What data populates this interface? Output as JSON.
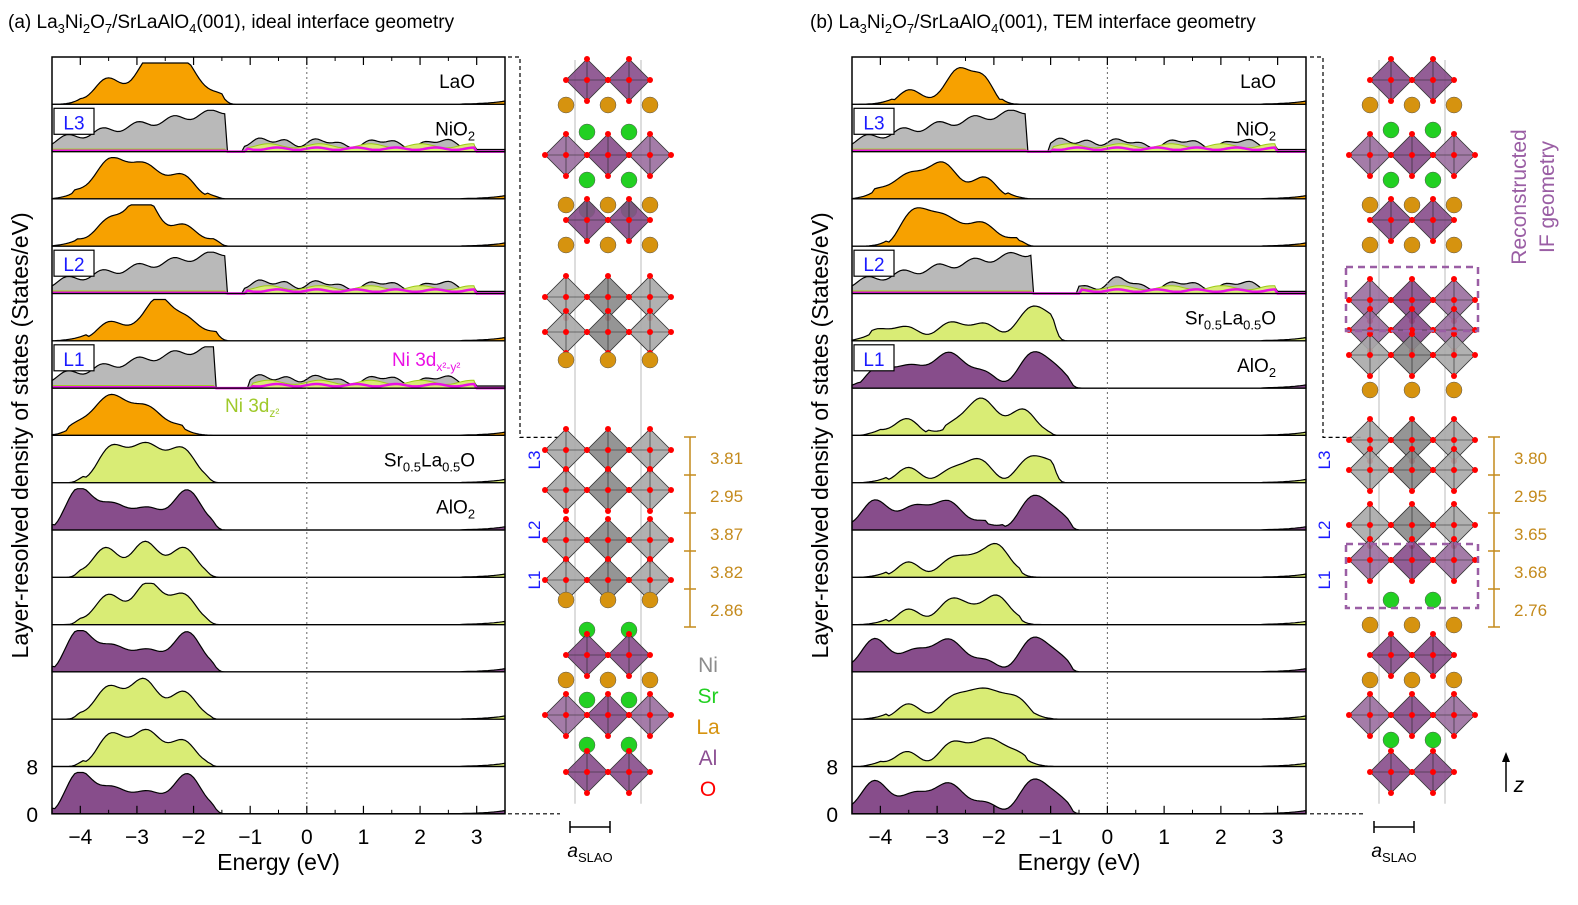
{
  "colors": {
    "orange": "#f7a100",
    "gray": "#b9b9b9",
    "lime": "#d9ec75",
    "purple": "#874d8b",
    "magenta": "#ea10e4",
    "green_line": "#9ccb14",
    "blue": "#1a1aff",
    "bracket": "#c48a1c",
    "ni": "#8c8c8c",
    "sr": "#22d022",
    "la": "#d6930f",
    "al": "#8c4f93",
    "o": "#ff0000",
    "box": "#9a5ea4"
  },
  "chart_data": [
    {
      "type": "area",
      "panel": "a",
      "title": "(a) La₃Ni₂O₇/SrLaAlO₄(001), ideal interface geometry",
      "title_parts": [
        "(a) La",
        "3",
        "Ni",
        "2",
        "O",
        "7",
        "/SrLaAlO",
        "4",
        "(001), ideal interface geometry"
      ],
      "xlabel": "Energy (eV)",
      "ylabel": "Layer-resolved density of states (States/eV)",
      "xlim": [
        -4.5,
        3.5
      ],
      "xticks": [
        -4,
        -3,
        -2,
        -1,
        0,
        1,
        2,
        3
      ],
      "xtick_labels": [
        "−4",
        "−3",
        "−2",
        "−1",
        "0",
        "1",
        "2",
        "3"
      ],
      "y_scale_labels": [
        "8",
        "0"
      ],
      "grid": false,
      "fermi_line": 0,
      "layers": [
        {
          "kind": "LaO",
          "label": "LaO",
          "peaks": [
            [
              -3.6,
              0.25,
              0.45
            ],
            [
              -2.7,
              0.45,
              0.75
            ],
            [
              -2.5,
              0.3,
              0.6
            ],
            [
              -2.0,
              0.35,
              0.45
            ]
          ],
          "lo": -4.5,
          "hi": -1.5
        },
        {
          "kind": "NiO2",
          "label": "NiO2",
          "tag": "L3",
          "vbm": -1.4,
          "cbm": -1.1,
          "cond_end": 3.0
        },
        {
          "kind": "LaO",
          "peaks": [
            [
              -3.5,
              0.35,
              0.7
            ],
            [
              -2.9,
              0.4,
              0.65
            ],
            [
              -2.2,
              0.3,
              0.4
            ]
          ],
          "lo": -4.4,
          "hi": -1.6
        },
        {
          "kind": "LaO",
          "peaks": [
            [
              -3.4,
              0.4,
              0.6
            ],
            [
              -2.9,
              0.25,
              0.85
            ],
            [
              -2.2,
              0.4,
              0.45
            ]
          ],
          "lo": -4.4,
          "hi": -1.6
        },
        {
          "kind": "NiO2",
          "tag": "L2",
          "vbm": -1.4,
          "cbm": -1.1,
          "cond_end": 3.0
        },
        {
          "kind": "LaO",
          "peaks": [
            [
              -3.3,
              0.4,
              0.45
            ],
            [
              -2.6,
              0.2,
              0.85
            ],
            [
              -2.1,
              0.35,
              0.5
            ]
          ],
          "lo": -4.3,
          "hi": -1.6
        },
        {
          "kind": "NiO2",
          "tag": "L1",
          "vbm": -1.6,
          "cbm": -1.0,
          "cond_end": 3.0
        },
        {
          "kind": "LaO",
          "peaks": [
            [
              -3.7,
              0.3,
              0.6
            ],
            [
              -3.2,
              0.3,
              0.7
            ],
            [
              -2.6,
              0.3,
              0.45
            ]
          ],
          "lo": -4.5,
          "hi": -1.6
        },
        {
          "kind": "SrLaO",
          "label": "Sr0.5La0.5O",
          "peaks": [
            [
              -3.4,
              0.3,
              0.8
            ],
            [
              -2.8,
              0.3,
              0.7
            ],
            [
              -2.2,
              0.3,
              0.7
            ]
          ],
          "lo": -4.0,
          "hi": -1.8
        },
        {
          "kind": "AlO2",
          "label": "AlO2",
          "peaks": [
            [
              -4.0,
              0.25,
              0.85
            ],
            [
              -3.2,
              0.5,
              0.6
            ],
            [
              -2.1,
              0.3,
              0.85
            ]
          ],
          "lo": -4.5,
          "hi": -1.7
        },
        {
          "kind": "SrLaO",
          "peaks": [
            [
              -3.6,
              0.25,
              0.65
            ],
            [
              -2.9,
              0.25,
              0.75
            ],
            [
              -2.2,
              0.3,
              0.65
            ]
          ],
          "lo": -4.0,
          "hi": -1.8
        },
        {
          "kind": "SrLaO",
          "peaks": [
            [
              -3.5,
              0.3,
              0.65
            ],
            [
              -2.8,
              0.25,
              0.85
            ],
            [
              -2.2,
              0.3,
              0.65
            ]
          ],
          "lo": -4.0,
          "hi": -1.8
        },
        {
          "kind": "AlO2",
          "peaks": [
            [
              -4.0,
              0.25,
              0.85
            ],
            [
              -3.2,
              0.5,
              0.6
            ],
            [
              -2.1,
              0.3,
              0.85
            ]
          ],
          "lo": -4.5,
          "hi": -1.7
        },
        {
          "kind": "SrLaO",
          "peaks": [
            [
              -3.5,
              0.3,
              0.7
            ],
            [
              -2.9,
              0.25,
              0.8
            ],
            [
              -2.2,
              0.3,
              0.6
            ]
          ],
          "lo": -4.0,
          "hi": -1.8
        },
        {
          "kind": "SrLaO",
          "peaks": [
            [
              -3.4,
              0.3,
              0.75
            ],
            [
              -2.8,
              0.25,
              0.65
            ],
            [
              -2.2,
              0.3,
              0.55
            ]
          ],
          "lo": -4.0,
          "hi": -1.8
        },
        {
          "kind": "AlO2",
          "peaks": [
            [
              -4.0,
              0.25,
              0.85
            ],
            [
              -3.2,
              0.5,
              0.6
            ],
            [
              -2.1,
              0.3,
              0.85
            ]
          ],
          "lo": -4.5,
          "hi": -1.7
        }
      ],
      "orbital_labels": [
        "Ni 3d",
        "x²-y²",
        "Ni 3d",
        "z²"
      ],
      "distances": [
        "3.81",
        "2.95",
        "3.87",
        "3.82",
        "2.86"
      ],
      "side_tags": [
        "L3",
        "L2",
        "L1"
      ],
      "legend_elements": [
        "Ni",
        "Sr",
        "La",
        "Al",
        "O"
      ],
      "scale_label_main": "a",
      "scale_label_sub": "SLAO"
    },
    {
      "type": "area",
      "panel": "b",
      "title": "(b) La₃Ni₂O₇/SrLaAlO₄(001), TEM interface geometry",
      "title_parts": [
        "(b) La",
        "3",
        "Ni",
        "2",
        "O",
        "7",
        "/SrLaAlO",
        "4",
        "(001), TEM interface geometry"
      ],
      "xlabel": "Energy (eV)",
      "ylabel": "Layer-resolved density of states (States/eV)",
      "xlim": [
        -4.5,
        3.5
      ],
      "xticks": [
        -4,
        -3,
        -2,
        -1,
        0,
        1,
        2,
        3
      ],
      "xtick_labels": [
        "−4",
        "−3",
        "−2",
        "−1",
        "0",
        "1",
        "2",
        "3"
      ],
      "y_scale_labels": [
        "8",
        "0"
      ],
      "grid": false,
      "fermi_line": 0,
      "layers": [
        {
          "kind": "LaO",
          "label": "LaO",
          "peaks": [
            [
              -3.4,
              0.3,
              0.3
            ],
            [
              -2.6,
              0.2,
              0.85
            ],
            [
              -2.2,
              0.2,
              0.55
            ]
          ],
          "lo": -4.5,
          "hi": -1.5
        },
        {
          "kind": "NiO2",
          "label": "NiO2",
          "tag": "L3",
          "vbm": -1.4,
          "cbm": -1.0,
          "cond_end": 3.0
        },
        {
          "kind": "LaO",
          "peaks": [
            [
              -3.7,
              0.3,
              0.45
            ],
            [
              -3.0,
              0.3,
              0.85
            ],
            [
              -2.2,
              0.3,
              0.45
            ]
          ],
          "lo": -4.4,
          "hi": -1.5
        },
        {
          "kind": "LaO",
          "peaks": [
            [
              -3.3,
              0.3,
              0.9
            ],
            [
              -2.6,
              0.35,
              0.5
            ],
            [
              -2.0,
              0.35,
              0.3
            ]
          ],
          "lo": -4.3,
          "hi": -1.5
        },
        {
          "kind": "NiO2",
          "tag": "L2",
          "vbm": -1.3,
          "cbm": -0.5,
          "cond_end": 3.0
        },
        {
          "kind": "SrLaO",
          "label": "Sr0.5La0.5O",
          "peaks": [
            [
              -3.8,
              0.3,
              0.35
            ],
            [
              -2.5,
              0.5,
              0.45
            ],
            [
              -1.2,
              0.3,
              0.85
            ]
          ],
          "lo": -4.4,
          "hi": -1.0
        },
        {
          "kind": "AlO2",
          "label": "AlO2",
          "tag": "L1",
          "peaks": [
            [
              -3.9,
              0.3,
              0.5
            ],
            [
              -2.8,
              0.5,
              0.8
            ],
            [
              -1.2,
              0.3,
              0.9
            ]
          ],
          "lo": -4.5,
          "hi": -0.7
        },
        {
          "kind": "SrLaO",
          "peaks": [
            [
              -3.6,
              0.3,
              0.35
            ],
            [
              -2.3,
              0.3,
              0.85
            ],
            [
              -1.5,
              0.3,
              0.55
            ]
          ],
          "lo": -4.2,
          "hi": -1.1
        },
        {
          "kind": "SrLaO",
          "peaks": [
            [
              -3.5,
              0.3,
              0.3
            ],
            [
              -2.4,
              0.3,
              0.6
            ],
            [
              -1.2,
              0.3,
              0.7
            ]
          ],
          "lo": -4.2,
          "hi": -1.0
        },
        {
          "kind": "AlO2",
          "peaks": [
            [
              -4.1,
              0.3,
              0.6
            ],
            [
              -3.0,
              0.5,
              0.7
            ],
            [
              -1.2,
              0.3,
              0.85
            ]
          ],
          "lo": -4.5,
          "hi": -0.7
        },
        {
          "kind": "SrLaO",
          "peaks": [
            [
              -3.5,
              0.3,
              0.3
            ],
            [
              -2.5,
              0.3,
              0.6
            ],
            [
              -1.9,
              0.2,
              0.75
            ]
          ],
          "lo": -4.2,
          "hi": -1.0
        },
        {
          "kind": "SrLaO",
          "peaks": [
            [
              -3.5,
              0.3,
              0.3
            ],
            [
              -2.6,
              0.3,
              0.65
            ],
            [
              -1.9,
              0.2,
              0.7
            ]
          ],
          "lo": -4.2,
          "hi": -1.0
        },
        {
          "kind": "AlO2",
          "peaks": [
            [
              -4.1,
              0.3,
              0.7
            ],
            [
              -2.9,
              0.5,
              0.75
            ],
            [
              -1.2,
              0.3,
              0.85
            ]
          ],
          "lo": -4.5,
          "hi": -0.7
        },
        {
          "kind": "SrLaO",
          "peaks": [
            [
              -3.5,
              0.3,
              0.3
            ],
            [
              -2.5,
              0.3,
              0.7
            ],
            [
              -1.8,
              0.3,
              0.65
            ]
          ],
          "lo": -4.2,
          "hi": -1.0
        },
        {
          "kind": "SrLaO",
          "peaks": [
            [
              -3.6,
              0.3,
              0.3
            ],
            [
              -2.6,
              0.3,
              0.6
            ],
            [
              -1.9,
              0.3,
              0.6
            ]
          ],
          "lo": -4.2,
          "hi": -1.0
        },
        {
          "kind": "AlO2",
          "peaks": [
            [
              -4.1,
              0.3,
              0.7
            ],
            [
              -2.9,
              0.5,
              0.7
            ],
            [
              -1.2,
              0.3,
              0.85
            ]
          ],
          "lo": -4.5,
          "hi": -0.7
        }
      ],
      "distances": [
        "3.80",
        "2.95",
        "3.65",
        "3.68",
        "2.76"
      ],
      "side_tags": [
        "L3",
        "L2",
        "L1"
      ],
      "box_label": [
        "Reconstructed",
        "IF geometry"
      ],
      "axis_label": "z",
      "scale_label_main": "a",
      "scale_label_sub": "SLAO"
    }
  ]
}
